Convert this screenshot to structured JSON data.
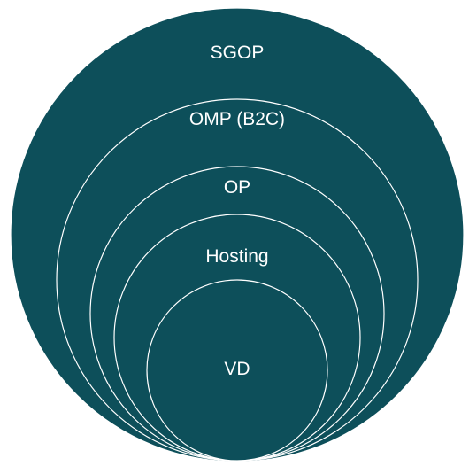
{
  "diagram": {
    "fill_color": "#0d4f5a",
    "line_color": "#ffffff",
    "rings": [
      {
        "label": "SGOP"
      },
      {
        "label": "OMP (B2C)"
      },
      {
        "label": "OP"
      },
      {
        "label": "Hosting"
      },
      {
        "label": "VD"
      }
    ]
  }
}
